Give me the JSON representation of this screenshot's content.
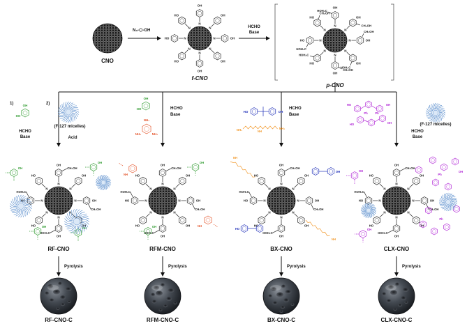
{
  "colors": {
    "black": "#111111",
    "green": "#2e9a2e",
    "red": "#e4572e",
    "blue": "#1f2fb8",
    "orange": "#f29a2e",
    "purple": "#b025d6",
    "micelle": "#4f86c9",
    "sphere": "#3a3f47"
  },
  "top": {
    "cno": "CNO",
    "reagent": "N₃-⬡-OH",
    "step1_line1": "HCHO",
    "step1_line2": "Base",
    "fcno": "f-CNO",
    "pcno": "p-CNO"
  },
  "branches": {
    "rf": {
      "n1": "1)",
      "n2": "2)",
      "micelles": "(F-127 micelles)",
      "cond1a": "HCHO",
      "cond1b": "Base",
      "cond2": "Acid",
      "product": "RF-CNO",
      "carbon": "RF-CNO-C"
    },
    "rfm": {
      "cond_a": "HCHO",
      "cond_b": "Base",
      "product": "RFM-CNO",
      "carbon": "RFM-CNO-C"
    },
    "bx": {
      "cond_a": "HCHO",
      "cond_b": "Base",
      "product": "BX-CNO",
      "carbon": "BX-CNO-C"
    },
    "clx": {
      "micelles": "(F-127 micelles)",
      "cond_a": "HCHO",
      "cond_b": "Base",
      "product": "CLX-CNO",
      "carbon": "CLX-CNO-C"
    }
  },
  "pyrolysis": "Pyrolysis",
  "structure_labels": {
    "oh": "OH",
    "ho": "HO",
    "ch2oh": "CH₂OH",
    "hoh2c": "HOH₂C",
    "n": "N",
    "ph": "Ph",
    "nh2": "NH₂",
    "nh": "NH"
  }
}
